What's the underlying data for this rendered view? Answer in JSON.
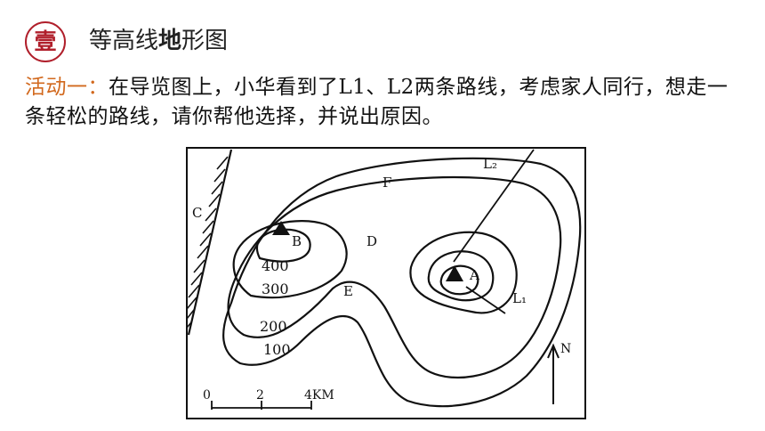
{
  "header": {
    "badge": "壹",
    "title_a": "等高线",
    "title_bold": "地",
    "title_b": "形图"
  },
  "activity": {
    "lead": "活动一：",
    "text": "在导览图上，小华看到了L1、L2两条路线，考虑家人同行，想走一条轻松的路线，请你帮他选择，并说出原因。"
  },
  "map": {
    "labels": {
      "C": "C",
      "F": "F",
      "B": "B",
      "D": "D",
      "A": "A",
      "E": "E",
      "L2": "L₂",
      "L1": "L₁",
      "N": "N"
    },
    "contours": [
      "400",
      "300",
      "200",
      "100"
    ],
    "scale": {
      "t0": "0",
      "t1": "2",
      "t2": "4KM"
    }
  }
}
